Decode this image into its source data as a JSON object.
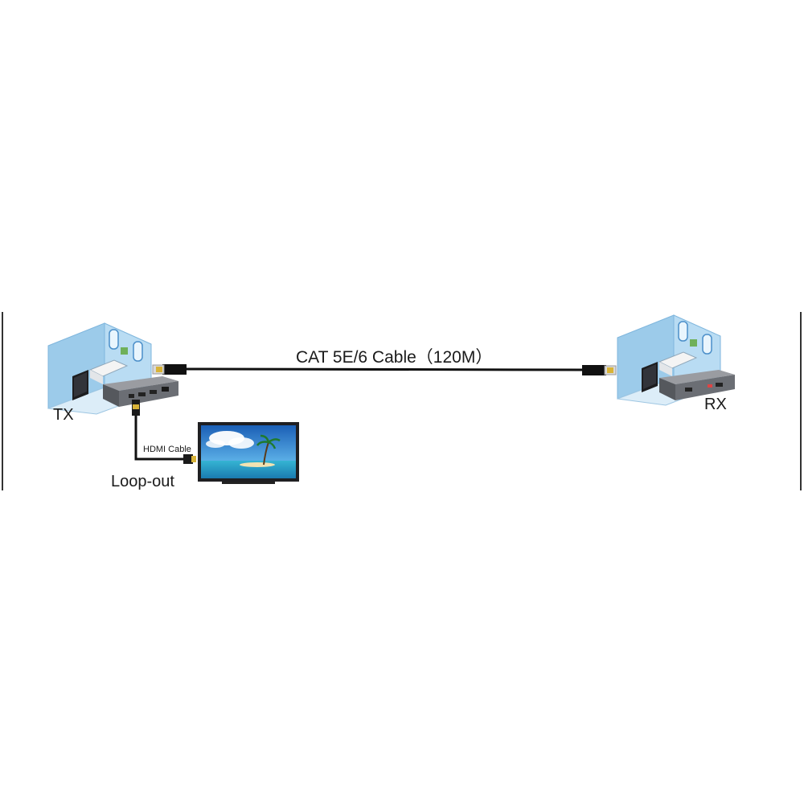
{
  "labels": {
    "cable": "CAT 5E/6 Cable（120M）",
    "transmitter": "TX",
    "receiver": "RX",
    "hdmi_cable": "HDMI Cable",
    "loop_out": "Loop-out"
  },
  "colors": {
    "cable": "#111111",
    "room_wall": "#a9d3ee",
    "room_floor": "#d9edf8",
    "device_body": "#6f7278",
    "connector_gold": "#d8b338",
    "tv_frame": "#1f1f22",
    "sky": "#1e73c8",
    "sea": "#2aa6c9"
  },
  "icons": [
    "room-tx-icon",
    "room-rx-icon",
    "extender-tx-icon",
    "extender-rx-icon",
    "rj45-connector-icon",
    "hdmi-connector-icon",
    "tv-icon"
  ]
}
